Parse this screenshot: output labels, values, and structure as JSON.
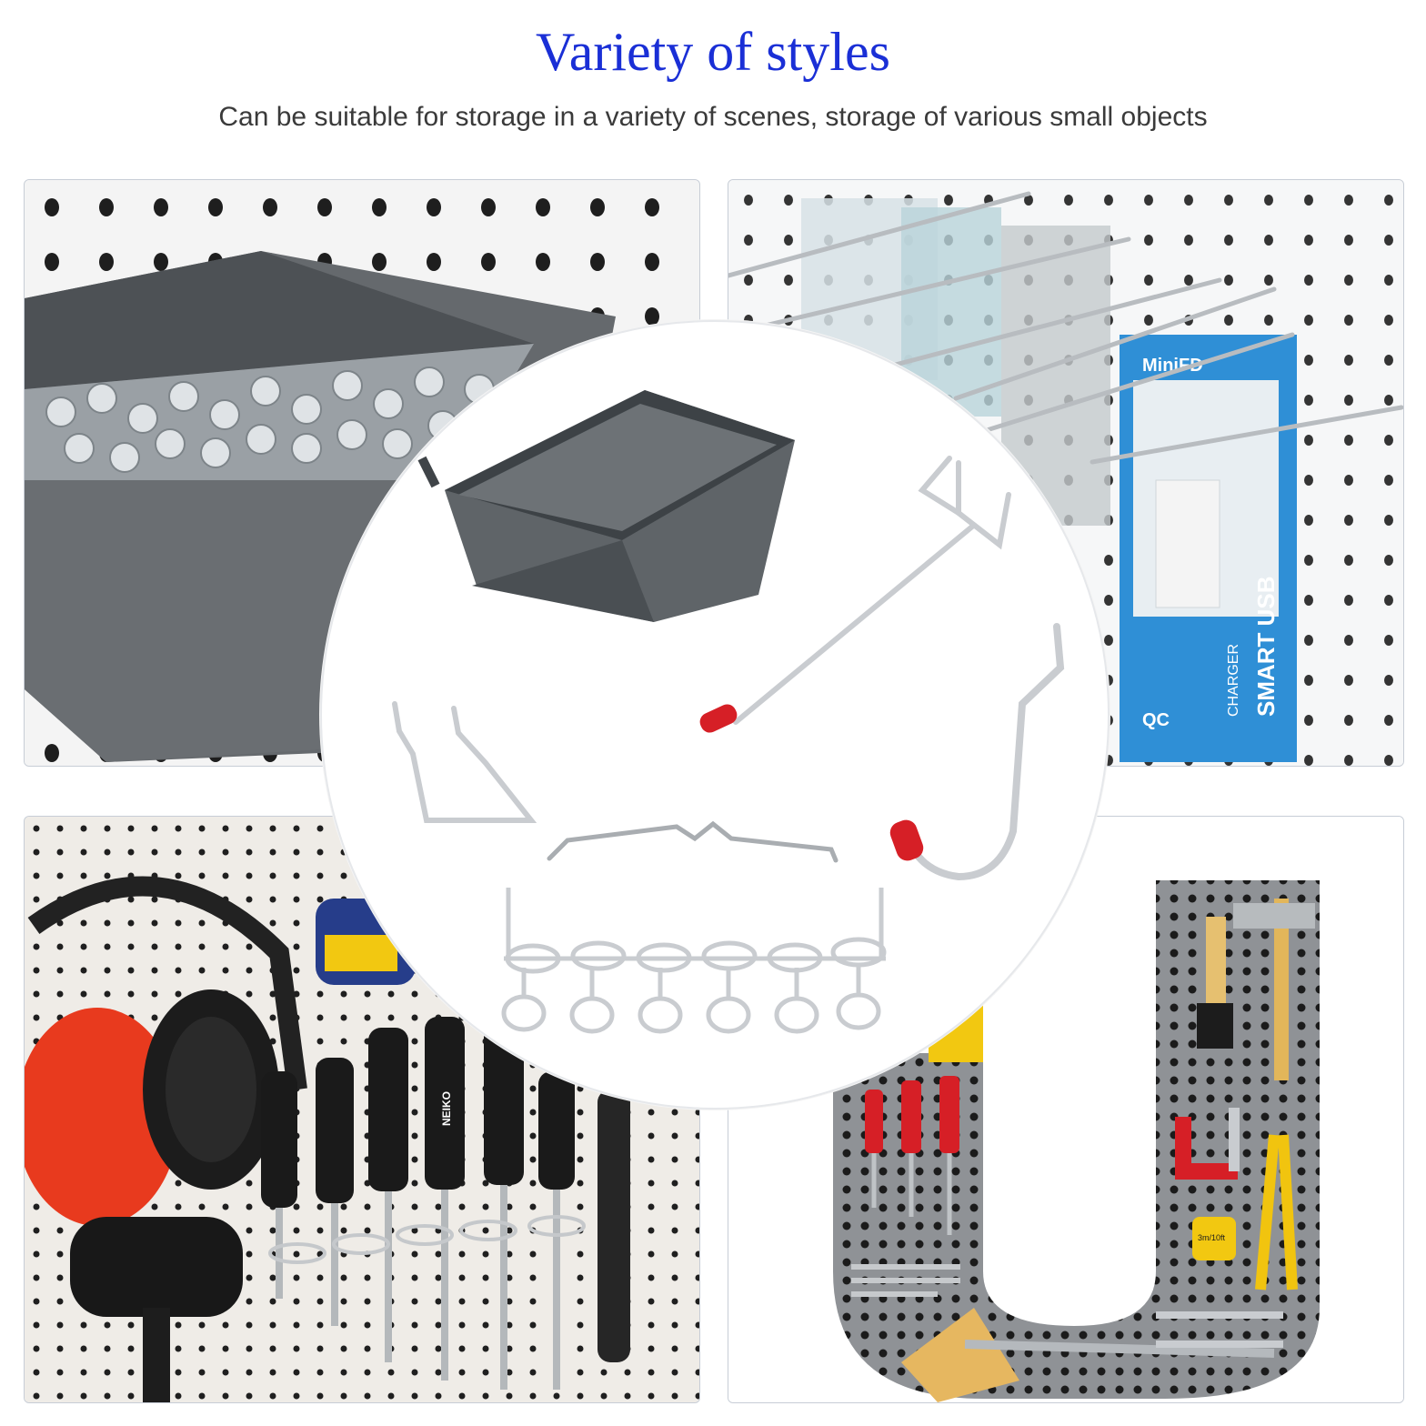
{
  "header": {
    "title": "Variety of styles",
    "subtitle": "Can be suitable for storage in a variety of scenes, storage of various small objects"
  },
  "colors": {
    "title": "#1a2fd6",
    "subtitle": "#3a3a3a",
    "pegboard_white": "#f4f4f4",
    "pegboard_hole": "#1e1e1e",
    "bin_gray": "#5f6468",
    "hook_chrome": "#c9ccd0",
    "tip_red": "#d61f26",
    "earmuff_red": "#e83a1e",
    "package_blue": "#2f8fd6"
  },
  "panels": [
    {
      "name": "bin-with-screws-photo"
    },
    {
      "name": "shop-display-hooks-photo"
    },
    {
      "name": "screwdriver-rack-photo"
    },
    {
      "name": "u-shaped-pegboard-photo"
    }
  ],
  "center_products": [
    {
      "name": "storage-bin"
    },
    {
      "name": "long-peg-hook"
    },
    {
      "name": "double-prong-hook"
    },
    {
      "name": "j-hook"
    },
    {
      "name": "wave-hook"
    },
    {
      "name": "six-ring-tool-holder"
    }
  ],
  "photo_text": {
    "charger_brand": "MiniFD",
    "charger_label_1": "SMART USB",
    "charger_label_2": "CHARGER",
    "charger_badge": "QC",
    "tape_label": "3m/10ft",
    "screwdriver_brand": "NEIKO"
  }
}
